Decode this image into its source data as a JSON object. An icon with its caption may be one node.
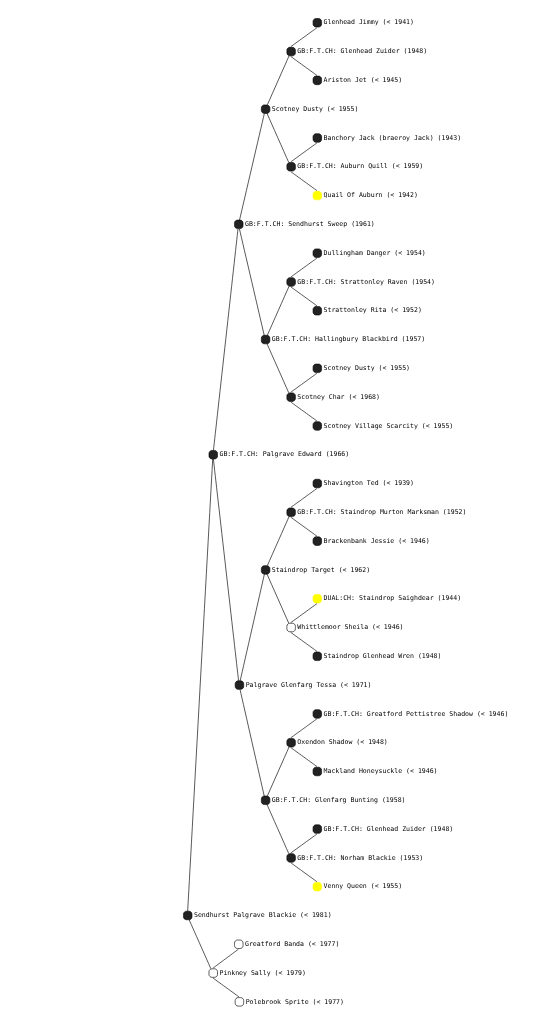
{
  "diagram": {
    "nodes": [
      {
        "text": [],
        "shape": "circle",
        "beside": [
          "Glenhead Jimmy (< 1941)"
        ]
      },
      {
        "text": [],
        "shape": "circle",
        "beside": [
          "GB:F.T.CH: Glenhead Zuider (1948)"
        ]
      },
      {
        "text": [],
        "shape": "circle",
        "beside": [
          "Ariston Jet (< 1945)"
        ]
      },
      {
        "text": [],
        "shape": "circle",
        "beside": [
          "Scotney Dusty (< 1955)"
        ]
      },
      {
        "text": [],
        "shape": "circle",
        "beside": [
          "Banchory Jack (braeroy Jack) (1943)"
        ]
      },
      {
        "text": [],
        "shape": "circle",
        "beside": [
          "GB:F.T.CH: Auburn Quill (< 1959)"
        ]
      },
      {
        "text": [],
        "shape": "circle",
        "beside": [
          "Quail Of Auburn (< 1942)"
        ]
      },
      {
        "text": [],
        "shape": "circle",
        "beside": [
          "GB:F.T.CH: Sendhurst Sweep (1961)"
        ]
      },
      {
        "text": [],
        "shape": "circle",
        "beside": [
          "Dullingham Danger (< 1954)"
        ]
      },
      {
        "text": [],
        "shape": "circle",
        "beside": [
          "GB:F.T.CH: Strattonley Raven (1954)"
        ]
      },
      {
        "text": [],
        "shape": "circle",
        "beside": [
          "Strattonley Rita (< 1952)"
        ]
      },
      {
        "text": [],
        "shape": "circle",
        "beside": [
          "GB:F.T.CH: Hallingbury Blackbird (1957)"
        ]
      },
      {
        "text": [],
        "shape": "circle",
        "beside": [
          "Scotney Dusty (< 1955)"
        ]
      },
      {
        "text": [],
        "shape": "circle",
        "beside": [
          "Scotney Char (< 1968)"
        ]
      },
      {
        "text": [],
        "shape": "circle",
        "beside": [
          "Scotney Village Scarcity (< 1955)"
        ]
      },
      {
        "text": [],
        "shape": "circle",
        "beside": [
          "GB:F.T.CH: Palgrave Edward (1966)"
        ]
      },
      {
        "text": [],
        "shape": "circle",
        "beside": [
          "Shavington Ted (< 1939)"
        ]
      },
      {
        "text": [],
        "shape": "circle",
        "beside": [
          "GB:F.T.CH: Staindrop Murton Marksman (1952)"
        ]
      },
      {
        "text": [],
        "shape": "circle",
        "beside": [
          "Brackenbank Jessie (< 1946)"
        ]
      },
      {
        "text": [],
        "shape": "circle",
        "beside": [
          "Staindrop Target (< 1962)"
        ]
      },
      {
        "text": [],
        "shape": "circle",
        "beside": [
          "DUAL:CH: Staindrop Saighdear (1944)"
        ]
      },
      {
        "text": [],
        "shape": "circle",
        "beside": [
          "Whittlemoor Sheila (< 1946)"
        ]
      },
      {
        "text": [],
        "shape": "circle",
        "beside": [
          "Staindrop Glenhead Wren (1948)"
        ]
      },
      {
        "text": [],
        "shape": "circle",
        "beside": [
          "Palgrave Glenfarg Tessa (< 1971)"
        ]
      },
      {
        "text": [],
        "shape": "circle",
        "beside": [
          "GB:F.T.CH: Greatford Pettistree Shadow (< 1946)"
        ]
      },
      {
        "text": [],
        "shape": "circle",
        "beside": [
          "Oxendon Shadow (< 1948)"
        ]
      },
      {
        "text": [],
        "shape": "circle",
        "beside": [
          "Mackland Honeysuckle (< 1946)"
        ]
      },
      {
        "text": [],
        "shape": "circle",
        "beside": [
          "GB:F.T.CH: Glenfarg Bunting (1958)"
        ]
      },
      {
        "text": [],
        "shape": "circle",
        "beside": [
          "GB:F.T.CH: Glenhead Zuider (1948)"
        ]
      },
      {
        "text": [],
        "shape": "circle",
        "beside": [
          "GB:F.T.CH: Norham Blackie (1953)"
        ]
      },
      {
        "text": [],
        "shape": "circle",
        "beside": [
          "Venny Queen (< 1955)"
        ]
      },
      {
        "text": [],
        "shape": "circle",
        "beside": [
          "Sendhurst Palgrave Blackie (< 1981)"
        ]
      },
      {
        "text": [],
        "shape": "circle",
        "beside": [
          "Greatford Banda (< 1977)"
        ]
      },
      {
        "text": [],
        "shape": "circle",
        "beside": [
          "Pinkney Sally (< 1979)"
        ]
      },
      {
        "text": [],
        "shape": "circle",
        "beside": [
          "Polebrook Sprite (< 1977)"
        ]
      }
    ],
    "edges": [
      {
        "from": 31,
        "to": 15,
        "arrow": "none"
      },
      {
        "from": 31,
        "to": 33,
        "arrow": "none"
      },
      {
        "from": 15,
        "to": 7,
        "arrow": "none"
      },
      {
        "from": 15,
        "to": 23,
        "arrow": "none"
      },
      {
        "from": 7,
        "to": 3,
        "arrow": "none"
      },
      {
        "from": 7,
        "to": 11,
        "arrow": "none"
      },
      {
        "from": 3,
        "to": 1,
        "arrow": "none"
      },
      {
        "from": 3,
        "to": 5,
        "arrow": "none"
      },
      {
        "from": 1,
        "to": 0,
        "arrow": "none"
      },
      {
        "from": 1,
        "to": 2,
        "arrow": "none"
      },
      {
        "from": 5,
        "to": 4,
        "arrow": "none"
      },
      {
        "from": 5,
        "to": 6,
        "arrow": "none"
      },
      {
        "from": 11,
        "to": 9,
        "arrow": "none"
      },
      {
        "from": 11,
        "to": 13,
        "arrow": "none"
      },
      {
        "from": 9,
        "to": 8,
        "arrow": "none"
      },
      {
        "from": 9,
        "to": 10,
        "arrow": "none"
      },
      {
        "from": 13,
        "to": 12,
        "arrow": "none"
      },
      {
        "from": 13,
        "to": 14,
        "arrow": "none"
      },
      {
        "from": 23,
        "to": 19,
        "arrow": "none"
      },
      {
        "from": 23,
        "to": 27,
        "arrow": "none"
      },
      {
        "from": 19,
        "to": 17,
        "arrow": "none"
      },
      {
        "from": 19,
        "to": 21,
        "arrow": "none"
      },
      {
        "from": 17,
        "to": 16,
        "arrow": "none"
      },
      {
        "from": 17,
        "to": 18,
        "arrow": "none"
      },
      {
        "from": 21,
        "to": 20,
        "arrow": "none"
      },
      {
        "from": 21,
        "to": 22,
        "arrow": "none"
      },
      {
        "from": 27,
        "to": 25,
        "arrow": "none"
      },
      {
        "from": 27,
        "to": 29,
        "arrow": "none"
      },
      {
        "from": 25,
        "to": 24,
        "arrow": "none"
      },
      {
        "from": 25,
        "to": 26,
        "arrow": "none"
      },
      {
        "from": 29,
        "to": 28,
        "arrow": "none"
      },
      {
        "from": 29,
        "to": 30,
        "arrow": "none"
      },
      {
        "from": 33,
        "to": 32,
        "arrow": "none"
      },
      {
        "from": 33,
        "to": 34,
        "arrow": "none"
      }
    ]
  }
}
